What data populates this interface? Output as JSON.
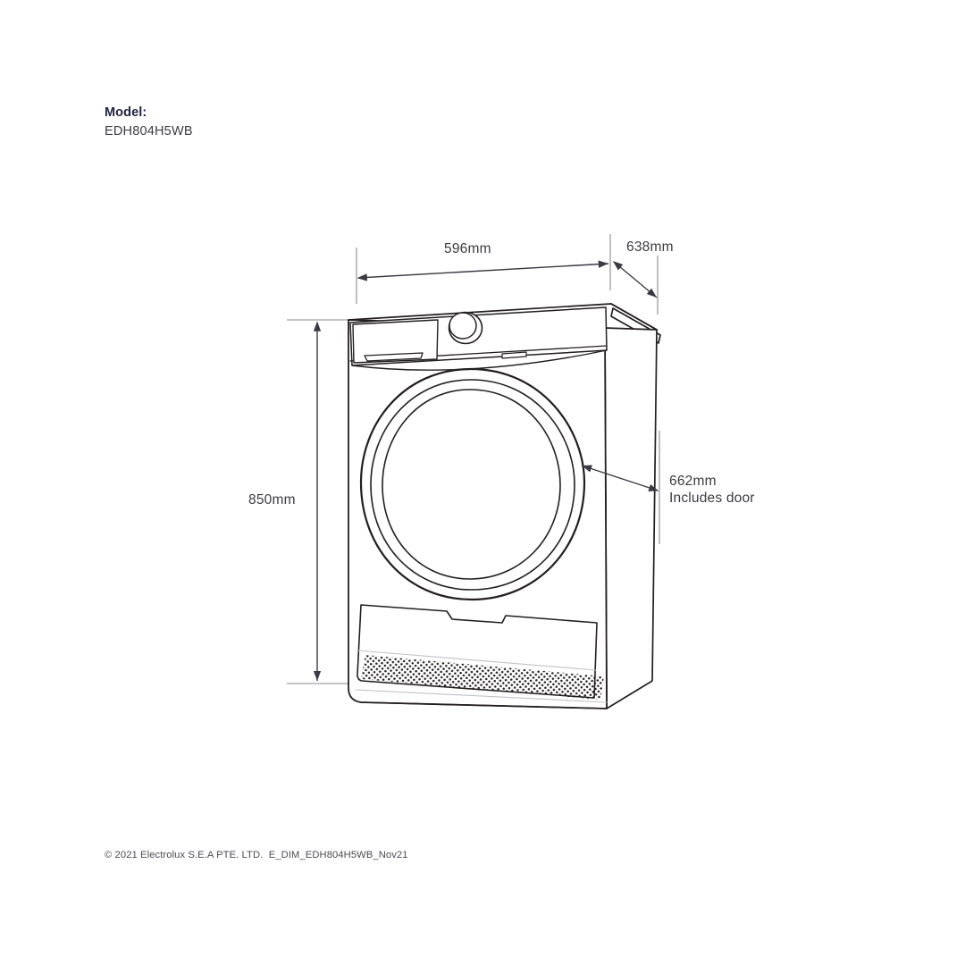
{
  "page": {
    "background_color": "#ffffff",
    "line_color": "#231f20",
    "dim_line_color": "#3a3a44",
    "extension_line_color": "#8a8a92",
    "text_color": "#3a3a44",
    "heading_color": "#1e2340"
  },
  "model": {
    "label": "Model:",
    "value": "EDH804H5WB"
  },
  "footer": {
    "copyright": "© 2021 Electrolux S.E.A PTE. LTD.  E_DIM_EDH804H5WB_Nov21"
  },
  "dimensions": {
    "width": {
      "name": "width-dimension",
      "value": "596mm",
      "axis": "horizontal-top"
    },
    "depth": {
      "name": "depth-dimension",
      "value": "638mm",
      "axis": "diagonal-top-right"
    },
    "height": {
      "name": "height-dimension",
      "value": "850mm",
      "axis": "vertical-left"
    },
    "door_depth": {
      "name": "door-depth-dimension",
      "value": "662mm",
      "note": "Includes door",
      "axis": "diagonal-right"
    }
  },
  "product": {
    "type": "front-load-clothes-dryer",
    "view": "three-quarter-isometric",
    "parts": [
      {
        "name": "control-panel",
        "label": "Control panel"
      },
      {
        "name": "program-dial-knob",
        "label": "Program dial"
      },
      {
        "name": "water-tank-drawer",
        "label": "Water tank drawer"
      },
      {
        "name": "drawer-handle",
        "label": "Drawer handle"
      },
      {
        "name": "status-indicator",
        "label": "Status indicator"
      },
      {
        "name": "door",
        "label": "Door"
      },
      {
        "name": "door-glass",
        "label": "Door glass"
      },
      {
        "name": "plinth-panel",
        "label": "Plinth panel"
      },
      {
        "name": "air-vent-grille",
        "label": "Air vent grille"
      },
      {
        "name": "side-panel",
        "label": "Side panel"
      },
      {
        "name": "top-panel",
        "label": "Top panel"
      }
    ]
  }
}
